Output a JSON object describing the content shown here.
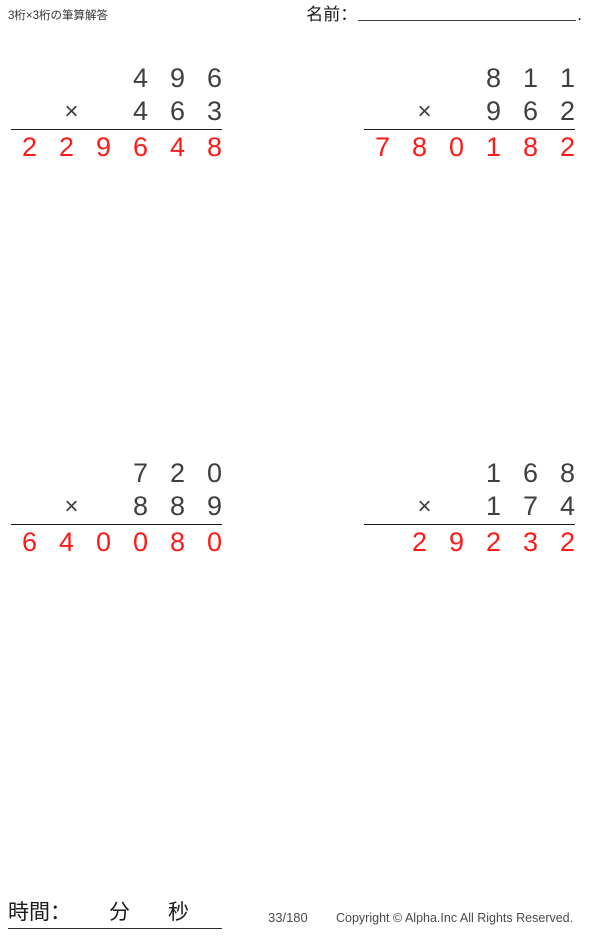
{
  "header": {
    "sheet_title": "3桁×3桁の筆算解答",
    "name_label": "名前：",
    "name_value": "",
    "name_trailing_dot": "."
  },
  "worksheet": {
    "operator_symbol": "×",
    "answer_color": "#ff1a1a",
    "digit_color": "#3f3f3f",
    "problems": [
      {
        "index": 1,
        "multiplicand": "496",
        "multiplier": "463",
        "product": "229648",
        "multiplicand_digits": [
          "",
          "",
          "",
          "4",
          "9",
          "6"
        ],
        "multiplier_digits": [
          "",
          "",
          "",
          "4",
          "6",
          "3"
        ],
        "product_digits": [
          "2",
          "2",
          "9",
          "6",
          "4",
          "8"
        ]
      },
      {
        "index": 2,
        "multiplicand": "811",
        "multiplier": "962",
        "product": "780182",
        "multiplicand_digits": [
          "",
          "",
          "",
          "8",
          "1",
          "1"
        ],
        "multiplier_digits": [
          "",
          "",
          "",
          "9",
          "6",
          "2"
        ],
        "product_digits": [
          "7",
          "8",
          "0",
          "1",
          "8",
          "2"
        ]
      },
      {
        "index": 3,
        "multiplicand": "720",
        "multiplier": "889",
        "product": "640080",
        "multiplicand_digits": [
          "",
          "",
          "",
          "7",
          "2",
          "0"
        ],
        "multiplier_digits": [
          "",
          "",
          "",
          "8",
          "8",
          "9"
        ],
        "product_digits": [
          "6",
          "4",
          "0",
          "0",
          "8",
          "0"
        ]
      },
      {
        "index": 4,
        "multiplicand": "168",
        "multiplier": "174",
        "product": "29232",
        "multiplicand_digits": [
          "",
          "",
          "",
          "1",
          "6",
          "8"
        ],
        "multiplier_digits": [
          "",
          "",
          "",
          "1",
          "7",
          "4"
        ],
        "product_digits": [
          "",
          "2",
          "9",
          "2",
          "3",
          "2"
        ]
      }
    ]
  },
  "footer": {
    "time_label": "時間：",
    "minutes_unit": "分",
    "seconds_unit": "秒",
    "page_number": "33/180",
    "copyright": "Copyright © Alpha.Inc All Rights Reserved."
  }
}
